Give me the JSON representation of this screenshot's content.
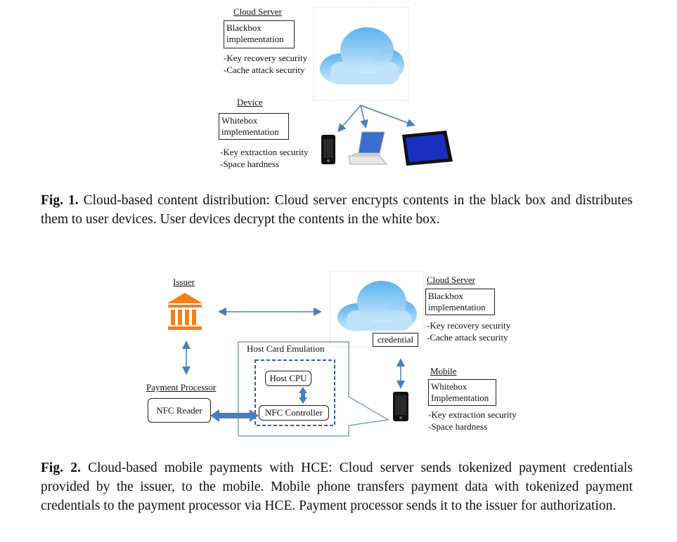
{
  "fig1": {
    "cloud_server_title": "Cloud Server",
    "blackbox_line1": "Blackbox",
    "blackbox_line2": "implementation",
    "server_sec1": "-Key recovery security",
    "server_sec2": "-Cache attack security",
    "device_title": "Device",
    "whitebox_line1": "Whitebox",
    "whitebox_line2": "implementation",
    "device_sec1": "-Key extraction security",
    "device_sec2": "-Space hardness",
    "caption_label": "Fig. 1.",
    "caption_text": "Cloud-based content distribution: Cloud server encrypts contents in the black box and distributes them to user devices. User devices decrypt the contents in the white box."
  },
  "fig2": {
    "issuer_title": "Issuer",
    "cloud_server_title": "Cloud Server",
    "blackbox_line1": "Blackbox",
    "blackbox_line2": "implementation",
    "server_sec1": "-Key recovery security",
    "server_sec2": "-Cache attack security",
    "credential_label": "credential",
    "hce_title": "Host Card Emulation",
    "host_cpu_label": "Host CPU",
    "nfc_controller_label": "NFC Controller",
    "payment_processor_title": "Payment Processor",
    "nfc_reader_label": "NFC Reader",
    "mobile_title": "Mobile",
    "whitebox_line1": "Whitebox",
    "whitebox_line2": "Implementation",
    "mobile_sec1": "-Key extraction security",
    "mobile_sec2": "-Space hardness",
    "caption_label": "Fig. 2.",
    "caption_text": "Cloud-based mobile payments with HCE: Cloud server sends tokenized payment credentials provided by the issuer, to the mobile. Mobile phone transfers payment data with tokenized payment credentials to the payment processor via HCE. Payment processor sends it to the issuer for authorization."
  },
  "colors": {
    "arrow": "#4a7ebb",
    "issuer_icon": "#f0821e",
    "cloud_light": "#cfe9fb",
    "cloud_dark": "#3f8fd6"
  }
}
